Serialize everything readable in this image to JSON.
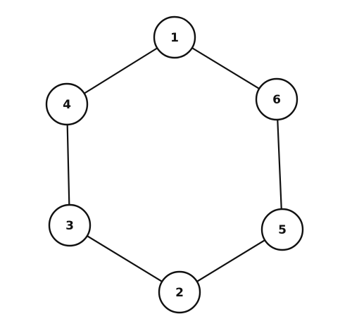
{
  "graph": {
    "nodes": [
      {
        "id": "1",
        "label": "1"
      },
      {
        "id": "4",
        "label": "4"
      },
      {
        "id": "6",
        "label": "6"
      },
      {
        "id": "3",
        "label": "3"
      },
      {
        "id": "5",
        "label": "5"
      },
      {
        "id": "2",
        "label": "2"
      }
    ],
    "edges": [
      {
        "from": "1",
        "to": "4"
      },
      {
        "from": "1",
        "to": "6"
      },
      {
        "from": "4",
        "to": "3"
      },
      {
        "from": "6",
        "to": "5"
      },
      {
        "from": "3",
        "to": "2"
      },
      {
        "from": "5",
        "to": "2"
      }
    ]
  }
}
